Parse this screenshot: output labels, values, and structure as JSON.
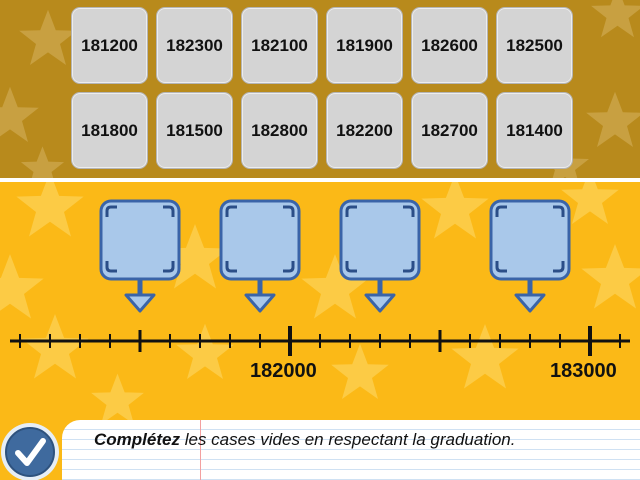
{
  "tiles": [
    {
      "value": "181200"
    },
    {
      "value": "182300"
    },
    {
      "value": "182100"
    },
    {
      "value": "181900"
    },
    {
      "value": "182600"
    },
    {
      "value": "182500"
    },
    {
      "value": "181800"
    },
    {
      "value": "181500"
    },
    {
      "value": "182800"
    },
    {
      "value": "182200"
    },
    {
      "value": "182700"
    },
    {
      "value": "181400"
    }
  ],
  "axis": {
    "labels": [
      "182000",
      "183000"
    ]
  },
  "instruction": {
    "bold": "Complétez",
    "rest": " les cases vides en respectant la graduation."
  },
  "colors": {
    "top_background": "#B88A1C",
    "bottom_background": "#FBB917",
    "slot_fill": "#A9C8EA",
    "slot_border": "#3A64A8"
  },
  "icons": {
    "check_button": "checkmark-icon"
  }
}
